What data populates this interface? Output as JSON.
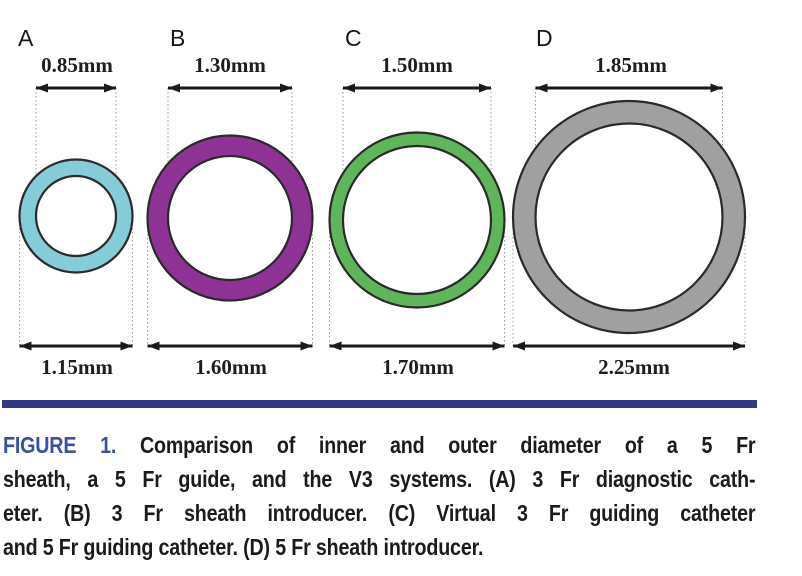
{
  "figure": {
    "panels": [
      {
        "label": "A",
        "inner_diameter": "0.85mm",
        "outer_diameter": "1.15mm",
        "inner_mm": 0.85,
        "outer_mm": 1.15,
        "color": "#85ccd9"
      },
      {
        "label": "B",
        "inner_diameter": "1.30mm",
        "outer_diameter": "1.60mm",
        "inner_mm": 1.3,
        "outer_mm": 1.6,
        "color": "#8e3296"
      },
      {
        "label": "C",
        "inner_diameter": "1.50mm",
        "outer_diameter": "1.70mm",
        "inner_mm": 1.5,
        "outer_mm": 1.7,
        "color": "#5fb65a"
      },
      {
        "label": "D",
        "inner_diameter": "1.85mm",
        "outer_diameter": "2.25mm",
        "inner_mm": 1.85,
        "outer_mm": 2.25,
        "color": "#a0a0a0"
      }
    ],
    "caption": {
      "figure_label": "FIGURE 1.",
      "lines": [
        "Comparison of inner and outer diameter of a 5 Fr",
        "sheath, a 5 Fr guide, and the V3 systems. (A) 3 Fr diagnostic cath-",
        "eter. (B) 3 Fr sheath introducer. (C) Virtual 3 Fr guiding catheter",
        "and 5 Fr guiding catheter. (D) 5 Fr sheath introducer."
      ]
    },
    "colors": {
      "rule": "#2c3a87",
      "figure_label": "#3a51a3",
      "caption_text": "#1b1b1b",
      "arrow": "#1a1a1a",
      "guide": "#9a9a9a",
      "ring_outline": "#2a2a2a"
    }
  }
}
